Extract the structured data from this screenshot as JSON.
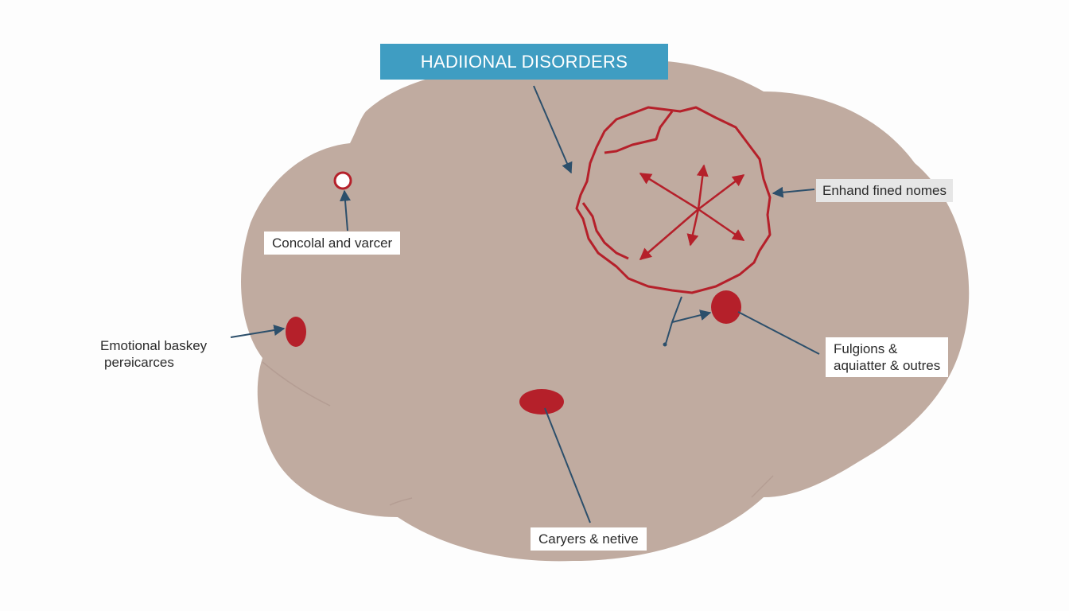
{
  "title": "HADIIONAL DISORDERS",
  "labels": {
    "top_left": "Concolal and varcer",
    "left_line1": "Emotional baskey",
    "left_line2": "perəicarces",
    "right_top": "Enhand fined nomes",
    "right_line1": "Fulgions &",
    "right_line2": "aquiatter & outres",
    "bottom": "Caryers & netive"
  },
  "colors": {
    "blob": "#c0aba0",
    "banner": "#3f9dc2",
    "marker": "#b5202a",
    "arrow": "#2c4f6b"
  }
}
